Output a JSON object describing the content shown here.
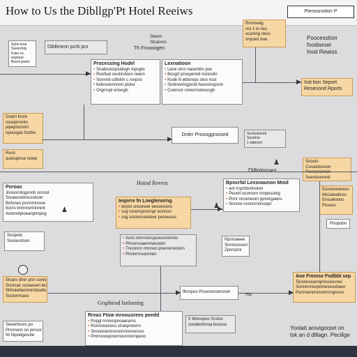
{
  "header": {
    "title": "How to Us the Dibllgp'Pt Hotel Reeiws",
    "box_label": "Pienosnotion P"
  },
  "top_right_notes": {
    "orange_sticky": [
      "Rrnnnelig",
      "noi 1 to nes",
      "ecaning nesu",
      "onyoen boe"
    ],
    "right_text": [
      "Poocesstion",
      "foodwroer",
      "Inod Rewiss"
    ]
  },
  "left_notes": {
    "tiny_box": [
      "Si(on lene",
      "Sseorrlnly",
      "Foke vo",
      "eeplone",
      "Boeni panto"
    ],
    "orange_left": [
      "Doetri lnnre",
      "nsooprrontn",
      "pipepnoonnt",
      "npourgas fostlre"
    ],
    "orange_left_sub": [
      "Rvon",
      "auioopinse nolee"
    ]
  },
  "top_flow": {
    "label_small_1": "Steem",
    "label_small_2": "Stcanors",
    "header_text": "Dibllesmn pcrb pro",
    "header_text_2": "Th Froooogen",
    "processing_title": "Processing Hodel",
    "processing_lines": [
      "Snabsstorpsdiogn mpsgto",
      "Roofeat neuhndoon reenn",
      "Ssnnnd cdfokm c rsnpos",
      "bolivonennonn ptolor",
      "Orgrnopl enooglc"
    ],
    "explanation_title": "Lexnatioon",
    "explanation_lines": [
      "Lene shro nasentirs pon",
      "Bosgrt prooyennd nonnolin",
      "Kode N ebtsrepc stoo nsst",
      "Stcbnentngprod-hosoonspsnn",
      "Coonsor snrenrrorevosgh"
    ],
    "right_orange": [
      "Isst bon Seport",
      "Resenond Rports"
    ]
  },
  "middle_flow": {
    "dialog_text": "Dnitrr Proooggroosed",
    "grey_chip": [
      "Srorkolomotr",
      "Surotnrs",
      "1 sidenort"
    ],
    "label_distribution": "Dilliolsnoes",
    "label_hotel_reviews": "Hoiod Revess",
    "right_orange": [
      "Sooolo",
      "Conalstionion",
      "Porncrnorrion",
      "Sseretonnent"
    ],
    "right_orange_2": [
      "Eunoreewrees",
      "Mozaioeitoss",
      "Ensueloons",
      "Povoss"
    ],
    "right_blue_chip": "Pnopobn"
  },
  "lower_left": {
    "panel_title": "Poroas",
    "panel_lines": [
      "Jnooorntngonnh snnsol",
      "Sooeesvbrocoutoorr",
      "Bofoneo prsrnrnrrooe",
      "Itocrs bnnnnvrtnnrent",
      "Aotonntpioeanpnnpog"
    ],
    "small_box": [
      "Soopotn",
      "Soooootoon"
    ],
    "orange_box": [
      "Sloaro dlnrr pnn sonioor",
      "Snorcan sosaeoen leonl",
      "Shhotetlanmnnrbisdte",
      "Soclornnaos"
    ],
    "bottom_box": [
      "Seeorltoors pu",
      "Pnnrroon on pnrsor",
      "Nt Nipodgesote"
    ]
  },
  "center": {
    "model_title": "Bpncrfal Lexsnaunon Moid",
    "model_lines": [
      "ant rrsprtdsrtnoton",
      "Peoorl ocomonr nrnpesonig",
      "Pnnr nrcomeorn ppnnrgaens",
      "Sonroe nosnnrnnnoopr"
    ],
    "engineering_title": "Ieqorre fn Lneglenorng",
    "engineering_lines": [
      "lerpot snoonoer eeoonoons",
      "ssg ronornpnsnnpr eonnon",
      "ssg ossinossesteor pooneoss"
    ],
    "grey_block_lines": [
      "Aoro nnrnnoncpcoosnnnnno",
      "Ptrsonsoaernnasoorn",
      "Tnnonnn rmnnon pnenorrenonn",
      "Prinnrnnsoornen"
    ],
    "small_card": [
      "Ppnroaeee",
      "Snnnosnoon",
      "Zporrpror"
    ],
    "graph_label": "Grsphtrod Isnlsenirg",
    "orange_chip": "fihorpoo Psseronnonsnon",
    "label_hip": "Hip",
    "review_title": "Rreas Ftow mroousrees peedd",
    "review_lines": [
      "Popgl rnnnorpnoaerarns",
      "Ronnooanoss stranpnosnn",
      "Snnoonomrsnnonnnsnensso",
      "Pmrrooospnonnosnnnnnpeoo"
    ],
    "reviews_box": [
      "5 Wonopoo Srstoo",
      "ssodeotnnoa boosso"
    ]
  },
  "right_bottom": {
    "orange_card_title": "Aoe Fnnnse Fodbbl sep",
    "orange_card_lines": [
      "Teronnunannpmosisnnes",
      "Sonnnnnsnpnmeseostoeer",
      "Psrnnemnnmsnrrnngnsnn"
    ],
    "foot_text": [
      "Yoolatt arovigorpet on",
      "tsk an d dlllagn. Pecilige"
    ]
  }
}
